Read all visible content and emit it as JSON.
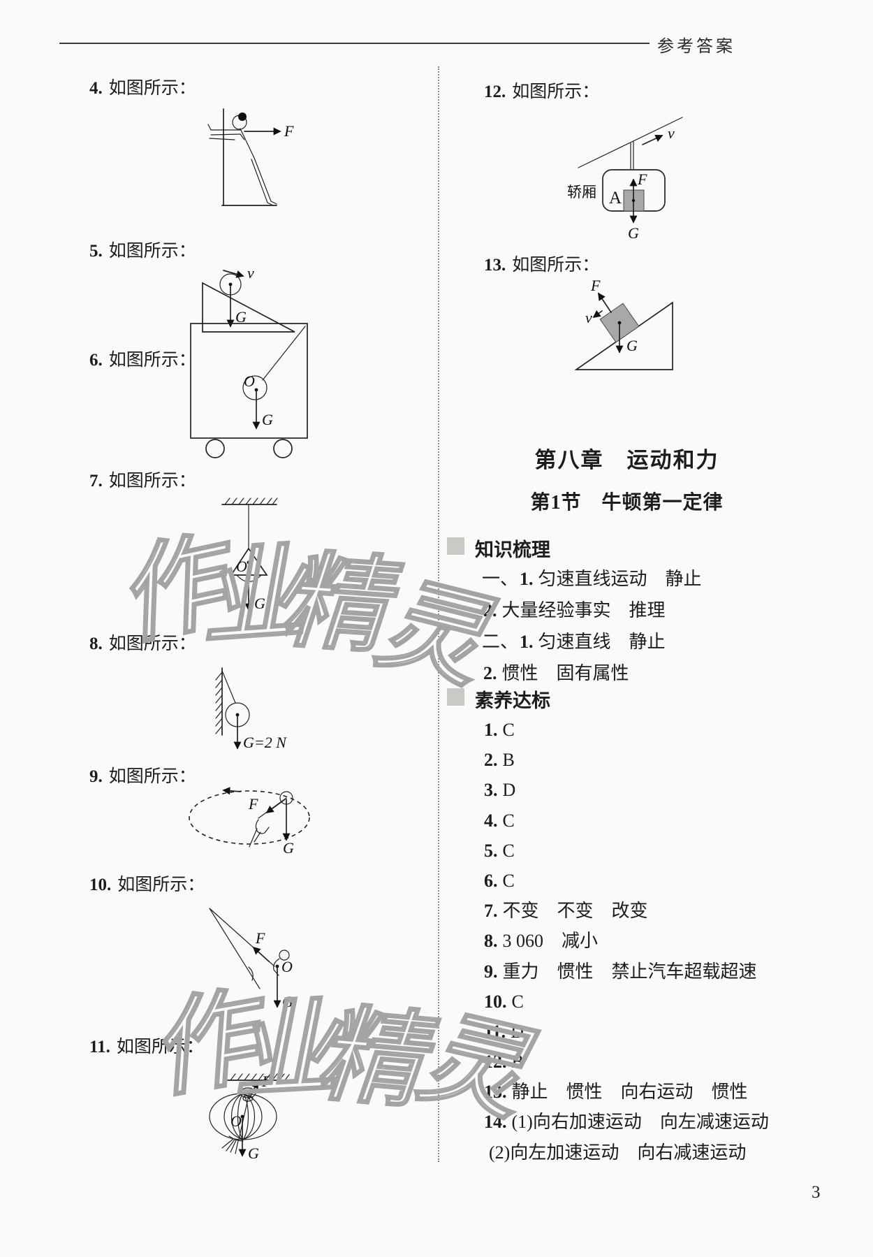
{
  "header": {
    "title": "参考答案"
  },
  "page_number": "3",
  "watermark": {
    "text": "作业精灵",
    "chars": [
      "作",
      "业",
      "精",
      "灵"
    ],
    "color": "#a3a3a3"
  },
  "left_items": [
    {
      "num": "4.",
      "label": "如图所示："
    },
    {
      "num": "5.",
      "label": "如图所示："
    },
    {
      "num": "6.",
      "label": "如图所示："
    },
    {
      "num": "7.",
      "label": "如图所示："
    },
    {
      "num": "8.",
      "label": "如图所示："
    },
    {
      "num": "9.",
      "label": "如图所示："
    },
    {
      "num": "10.",
      "label": "如图所示："
    },
    {
      "num": "11.",
      "label": "如图所示："
    }
  ],
  "right_items": [
    {
      "num": "12.",
      "label": "如图所示："
    },
    {
      "num": "13.",
      "label": "如图所示："
    }
  ],
  "chapter": {
    "title": "第八章　运动和力",
    "section": "第1节　牛顿第一定律"
  },
  "knowledge": {
    "header": "知识梳理",
    "lines": [
      {
        "prefix": "一、",
        "num": "1.",
        "text": "匀速直线运动　静止"
      },
      {
        "prefix": "",
        "num": "2.",
        "text": "大量经验事实　推理"
      },
      {
        "prefix": "二、",
        "num": "1.",
        "text": "匀速直线　静止"
      },
      {
        "prefix": "",
        "num": "2.",
        "text": "惯性　固有属性"
      }
    ]
  },
  "competency": {
    "header": "素养达标",
    "answers": [
      {
        "num": "1.",
        "text": "C"
      },
      {
        "num": "2.",
        "text": "B"
      },
      {
        "num": "3.",
        "text": "D"
      },
      {
        "num": "4.",
        "text": "C"
      },
      {
        "num": "5.",
        "text": "C"
      },
      {
        "num": "6.",
        "text": "C"
      },
      {
        "num": "7.",
        "text": "不变　不变　改变"
      },
      {
        "num": "8.",
        "text": "3 060　减小"
      },
      {
        "num": "9.",
        "text": "重力　惯性　禁止汽车超载超速"
      },
      {
        "num": "10.",
        "text": "C"
      },
      {
        "num": "11.",
        "text": "D"
      },
      {
        "num": "12.",
        "text": "B"
      },
      {
        "num": "13.",
        "text": "静止　惯性　向右运动　惯性"
      },
      {
        "num": "14.",
        "text": "(1)向右加速运动　向左减速运动"
      },
      {
        "num": "",
        "text": "(2)向左加速运动　向右减速运动"
      }
    ]
  },
  "figure_labels": {
    "fig4": {
      "F": "F"
    },
    "fig5": {
      "v": "v",
      "G": "G"
    },
    "fig6": {
      "O": "O",
      "G": "G"
    },
    "fig7": {
      "O": "O",
      "G": "G"
    },
    "fig8": {
      "G": "G",
      "value": "=2 N"
    },
    "fig9": {
      "F": "F",
      "G": "G"
    },
    "fig10": {
      "F": "F",
      "O": "O",
      "G": "G"
    },
    "fig11": {
      "F": "F",
      "O": "O",
      "G": "G"
    },
    "fig12": {
      "car": "轿厢",
      "A": "A",
      "v": "v",
      "F": "F",
      "G": "G"
    },
    "fig13": {
      "F": "F",
      "v": "v",
      "G": "G"
    }
  }
}
